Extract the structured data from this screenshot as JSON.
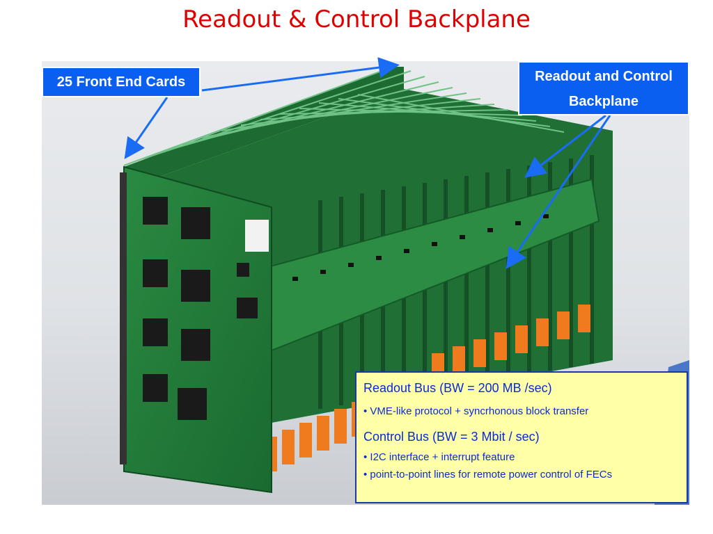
{
  "title": "Readout & Control Backplane",
  "callouts": {
    "front_end_cards": "25 Front End Cards",
    "backplane_line1": "Readout and Control",
    "backplane_line2": "Backplane"
  },
  "info": {
    "readout_bus": "Readout Bus (BW = 200 MB /sec)",
    "readout_items": [
      "• VME-like protocol + syncrhonous block transfer"
    ],
    "control_bus": "Control Bus (BW = 3 Mbit / sec)",
    "control_items": [
      "• I2C interface + interrupt feature",
      "• point-to-point lines for remote power control of FECs"
    ]
  },
  "colors": {
    "title": "#e00000",
    "callout_bg": "#0a5ff0",
    "arrow": "#1a6cf5",
    "info_bg": "#ffffa8",
    "info_text": "#0a2ad6",
    "board_green": "#1f7a3a",
    "connector_orange": "#f07a1e"
  }
}
